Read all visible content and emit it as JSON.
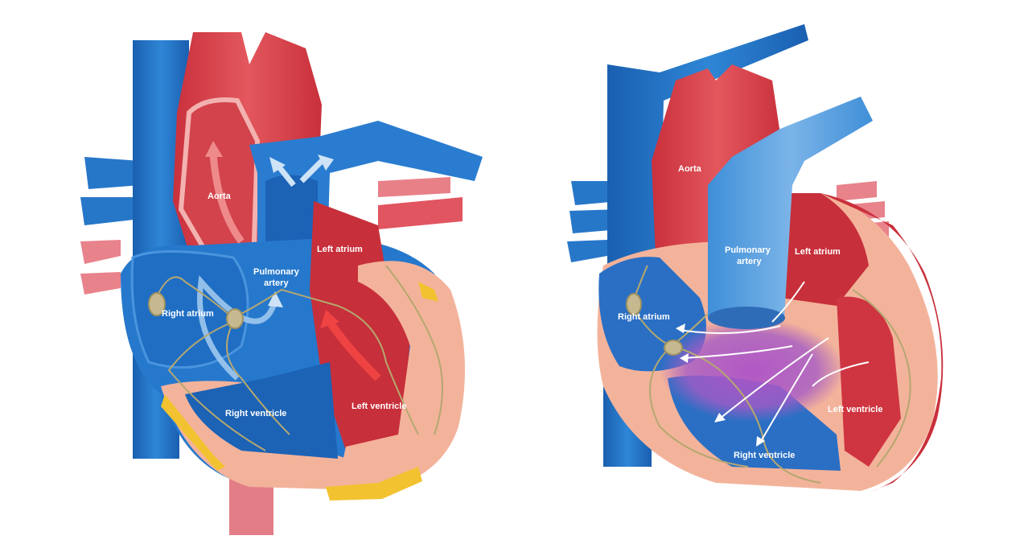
{
  "panels": [
    {
      "labels": {
        "aorta": "Aorta",
        "pulmonary_artery_line1": "Pulmonary",
        "pulmonary_artery_line2": "artery",
        "left_atrium": "Left atrium",
        "right_atrium": "Right atrium",
        "right_ventricle": "Right ventricle",
        "left_ventricle": "Left ventricle"
      }
    },
    {
      "labels": {
        "aorta": "Aorta",
        "pulmonary_artery_line1": "Pulmonary",
        "pulmonary_artery_line2": "artery",
        "left_atrium": "Left atrium",
        "right_atrium": "Right atrium",
        "left_ventricle": "Left ventricle",
        "right_ventricle": "Right ventricle"
      }
    }
  ],
  "colors": {
    "deoxygenated": "#1f6fc2",
    "oxygenated": "#d9404a",
    "myocardium": "#f2b39c",
    "nerve": "#b5a770",
    "fat": "#f2c230",
    "abnormal": "#a45bc6"
  }
}
